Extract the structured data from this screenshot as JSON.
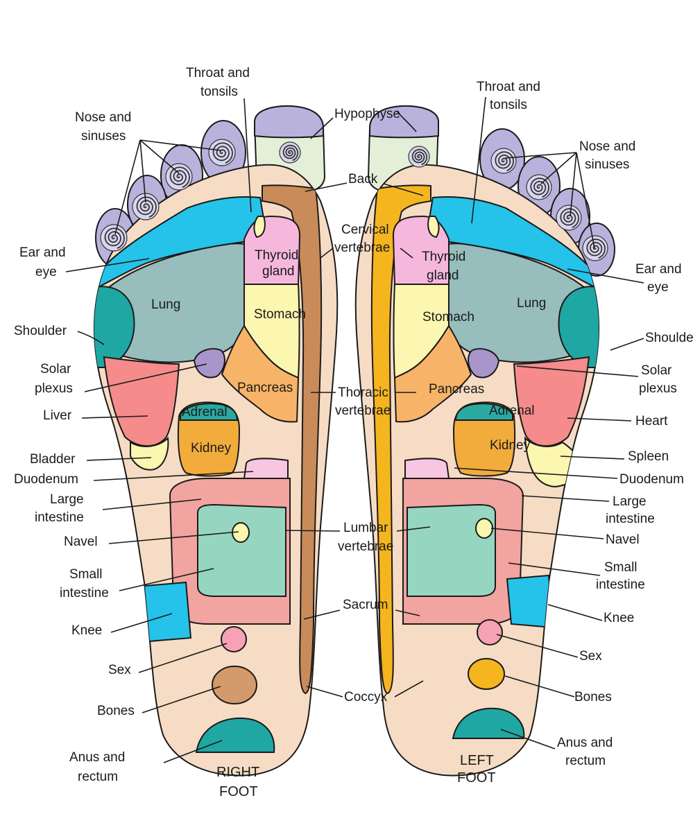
{
  "colors": {
    "skin": "#f6dcc4",
    "toe": "#b8b2dc",
    "hypophyse_toe": "#e4efd8",
    "cyan": "#25c2ea",
    "lung": "#97bdbd",
    "shoulder": "#1fa7a3",
    "liver_heart": "#f58b8b",
    "bladder_spleen": "#fbf6b0",
    "thyroid": "#f6b7dd",
    "stomach": "#fbf6b0",
    "pancreas": "#f7b468",
    "adrenal": "#2aa9a0",
    "kidney": "#f2ac3c",
    "duodenum": "#f8c6e2",
    "large_intestine": "#f2a4a0",
    "small_intestine": "#96d6c0",
    "knee": "#25c2ea",
    "sex": "#f7a1b4",
    "bones_right": "#d39a6b",
    "bones_left": "#f5b51e",
    "anus": "#1fa7a3",
    "spine_right": "#c98b5a",
    "spine_left": "#f5b51e",
    "navel": "#fbf6b0",
    "solar": "#a795cb"
  },
  "feet": {
    "right": {
      "title_1": "RIGHT",
      "title_2": "FOOT"
    },
    "left": {
      "title_1": "LEFT",
      "title_2": "FOOT"
    }
  },
  "zones": {
    "lung": "Lung",
    "thyroid_1": "Thyroid",
    "thyroid_2": "gland",
    "stomach": "Stomach",
    "pancreas": "Pancreas",
    "adrenal": "Adrenal",
    "kidney": "Kidney"
  },
  "labels": {
    "right": {
      "throat_1": "Throat and",
      "throat_2": "tonsils",
      "nose_1": "Nose and",
      "nose_2": "sinuses",
      "ear_1": "Ear and",
      "ear_2": "eye",
      "shoulder": "Shoulder",
      "solar_1": "Solar",
      "solar_2": "plexus",
      "liver": "Liver",
      "bladder": "Bladder",
      "duodenum": "Duodenum",
      "large_1": "Large",
      "large_2": "intestine",
      "navel": "Navel",
      "small_1": "Small",
      "small_2": "intestine",
      "knee": "Knee",
      "sex": "Sex",
      "bones": "Bones",
      "anus_1": "Anus and",
      "anus_2": "rectum"
    },
    "center": {
      "hypophyse": "Hypophyse",
      "back": "Back",
      "cervical_1": "Cervical",
      "cervical_2": "vertebrae",
      "thoracic_1": "Thoracic",
      "thoracic_2": "vertebrae",
      "lumbar_1": "Lumbar",
      "lumbar_2": "vertebrae",
      "sacrum": "Sacrum",
      "coccyx": "Coccyx"
    },
    "left": {
      "throat_1": "Throat and",
      "throat_2": "tonsils",
      "nose_1": "Nose and",
      "nose_2": "sinuses",
      "ear_1": "Ear and",
      "ear_2": "eye",
      "shoulder": "Shoulde",
      "solar_1": "Solar",
      "solar_2": "plexus",
      "heart": "Heart",
      "spleen": "Spleen",
      "duodenum": "Duodenum",
      "large_1": "Large",
      "large_2": "intestine",
      "navel": "Navel",
      "small_1": "Small",
      "small_2": "intestine",
      "knee": "Knee",
      "sex": "Sex",
      "bones": "Bones",
      "anus_1": "Anus and",
      "anus_2": "rectum"
    }
  }
}
